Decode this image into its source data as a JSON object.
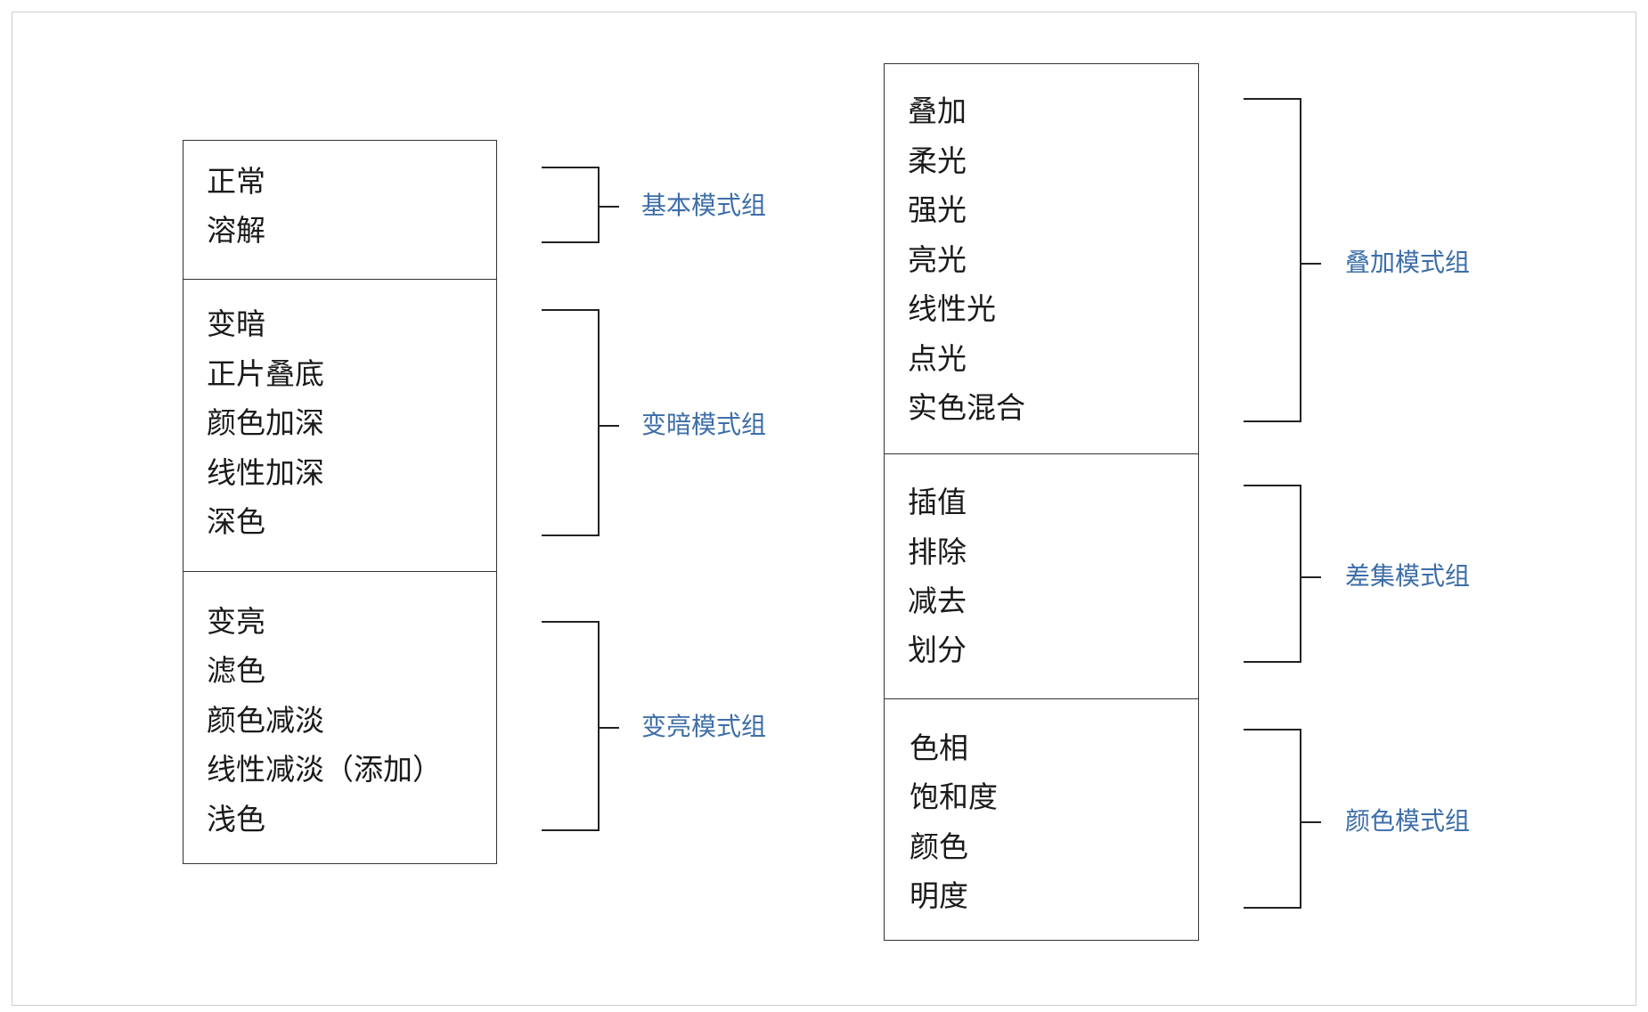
{
  "colors": {
    "label": "#3d6ea8",
    "line": "#222222"
  },
  "left_column": {
    "groups": [
      {
        "label": "基本模式组",
        "items": [
          "正常",
          "溶解"
        ]
      },
      {
        "label": "变暗模式组",
        "items": [
          "变暗",
          "正片叠底",
          "颜色加深",
          "线性加深",
          "深色"
        ]
      },
      {
        "label": "变亮模式组",
        "items": [
          "变亮",
          "滤色",
          "颜色减淡",
          "线性减淡（添加）",
          "浅色"
        ]
      }
    ]
  },
  "right_column": {
    "groups": [
      {
        "label": "叠加模式组",
        "items": [
          "叠加",
          "柔光",
          "强光",
          "亮光",
          "线性光",
          "点光",
          "实色混合"
        ]
      },
      {
        "label": "差集模式组",
        "items": [
          "插值",
          "排除",
          "减去",
          "划分"
        ]
      },
      {
        "label": "颜色模式组",
        "items": [
          "色相",
          "饱和度",
          "颜色",
          "明度"
        ]
      }
    ]
  }
}
